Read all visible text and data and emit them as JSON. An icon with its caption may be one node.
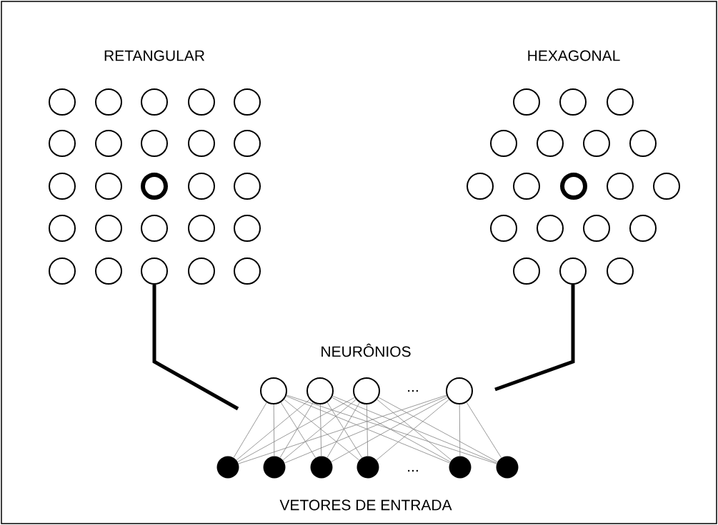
{
  "diagram": {
    "nodes": [
      {
        "text": [],
        "shape": "circle"
      },
      {
        "text": [],
        "shape": "circle"
      },
      {
        "text": [],
        "shape": "circle"
      },
      {
        "text": [],
        "shape": "circle"
      },
      {
        "text": [],
        "shape": "circle"
      },
      {
        "text": [],
        "shape": "circle"
      },
      {
        "text": [],
        "shape": "circle"
      },
      {
        "text": [],
        "shape": "circle"
      },
      {
        "text": [],
        "shape": "circle"
      },
      {
        "text": [],
        "shape": "circle"
      },
      {
        "text": [],
        "shape": "circle"
      },
      {
        "text": [],
        "shape": "circle"
      },
      {
        "text": [],
        "shape": "ring"
      },
      {
        "text": [],
        "shape": "circle"
      },
      {
        "text": [],
        "shape": "circle"
      },
      {
        "text": [],
        "shape": "circle"
      },
      {
        "text": [],
        "shape": "circle"
      },
      {
        "text": [],
        "shape": "circle"
      },
      {
        "text": [],
        "shape": "circle"
      },
      {
        "text": [],
        "shape": "circle"
      },
      {
        "text": [],
        "shape": "circle"
      },
      {
        "text": [],
        "shape": "circle"
      },
      {
        "text": [],
        "shape": "circle"
      },
      {
        "text": [],
        "shape": "circle"
      },
      {
        "text": [],
        "shape": "circle"
      },
      {
        "text": [],
        "shape": "circle"
      },
      {
        "text": [],
        "shape": "circle"
      },
      {
        "text": [],
        "shape": "circle"
      },
      {
        "text": [],
        "shape": "circle"
      },
      {
        "text": [],
        "shape": "circle"
      },
      {
        "text": [],
        "shape": "circle"
      },
      {
        "text": [],
        "shape": "circle"
      },
      {
        "text": [],
        "shape": "circle"
      },
      {
        "text": [],
        "shape": "circle"
      },
      {
        "text": [],
        "shape": "ring"
      },
      {
        "text": [],
        "shape": "circle"
      },
      {
        "text": [],
        "shape": "circle"
      },
      {
        "text": [],
        "shape": "circle"
      },
      {
        "text": [],
        "shape": "circle"
      },
      {
        "text": [],
        "shape": "circle"
      },
      {
        "text": [],
        "shape": "circle"
      },
      {
        "text": [],
        "shape": "circle"
      },
      {
        "text": [],
        "shape": "circle"
      },
      {
        "text": [],
        "shape": "circle"
      },
      {
        "text": [],
        "shape": "circle"
      },
      {
        "text": [],
        "shape": "circle"
      },
      {
        "text": [],
        "shape": "circle"
      },
      {
        "text": [],
        "shape": "circle"
      },
      {
        "text": [],
        "shape": "dot"
      },
      {
        "text": [],
        "shape": "dot"
      },
      {
        "text": [],
        "shape": "dot"
      },
      {
        "text": [],
        "shape": "dot"
      },
      {
        "text": [],
        "shape": "dot"
      },
      {
        "text": [],
        "shape": "dot"
      }
    ],
    "edges": [
      {
        "from": 22,
        "to": null,
        "arrow": "none",
        "style": "thick",
        "color": "#000000"
      },
      {
        "from": 42,
        "to": null,
        "arrow": "none",
        "style": "thick",
        "color": "#000000"
      },
      {
        "from": 44,
        "to": 48,
        "arrow": "none"
      },
      {
        "from": 44,
        "to": 49,
        "arrow": "none"
      },
      {
        "from": 44,
        "to": 50,
        "arrow": "none"
      },
      {
        "from": 44,
        "to": 51,
        "arrow": "none"
      },
      {
        "from": 44,
        "to": 52,
        "arrow": "none"
      },
      {
        "from": 44,
        "to": 53,
        "arrow": "none"
      },
      {
        "from": 45,
        "to": 48,
        "arrow": "none"
      },
      {
        "from": 45,
        "to": 49,
        "arrow": "none"
      },
      {
        "from": 45,
        "to": 50,
        "arrow": "none"
      },
      {
        "from": 45,
        "to": 51,
        "arrow": "none"
      },
      {
        "from": 45,
        "to": 52,
        "arrow": "none"
      },
      {
        "from": 45,
        "to": 53,
        "arrow": "none"
      },
      {
        "from": 46,
        "to": 48,
        "arrow": "none"
      },
      {
        "from": 46,
        "to": 49,
        "arrow": "none"
      },
      {
        "from": 46,
        "to": 50,
        "arrow": "none"
      },
      {
        "from": 46,
        "to": 51,
        "arrow": "none"
      },
      {
        "from": 46,
        "to": 52,
        "arrow": "none"
      },
      {
        "from": 46,
        "to": 53,
        "arrow": "none"
      },
      {
        "from": 47,
        "to": 48,
        "arrow": "none"
      },
      {
        "from": 47,
        "to": 49,
        "arrow": "none"
      },
      {
        "from": 47,
        "to": 50,
        "arrow": "none"
      },
      {
        "from": 47,
        "to": 51,
        "arrow": "none"
      },
      {
        "from": 47,
        "to": 52,
        "arrow": "none"
      },
      {
        "from": 47,
        "to": 53,
        "arrow": "none"
      }
    ],
    "labels": [
      "RETANGULAR",
      "HEXAGONAL",
      "NEURÔNIOS",
      "...",
      "...",
      "VETORES DE ENTRADA"
    ]
  }
}
